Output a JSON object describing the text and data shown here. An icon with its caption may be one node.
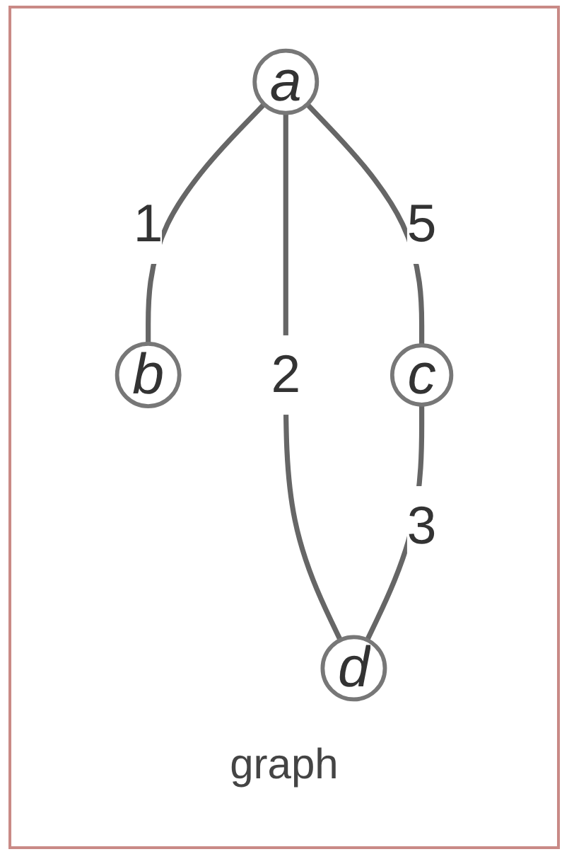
{
  "diagram": {
    "caption": "graph",
    "nodes": [
      {
        "text": [
          "a"
        ]
      },
      {
        "text": [
          "b"
        ]
      },
      {
        "text": [
          "c"
        ]
      },
      {
        "text": [
          "d"
        ]
      }
    ],
    "edges": [
      {
        "from": 0,
        "to": 1,
        "arrow": "none",
        "label": "1"
      },
      {
        "from": 0,
        "to": 2,
        "arrow": "none",
        "label": "5"
      },
      {
        "from": 0,
        "to": 3,
        "arrow": "none",
        "label": "2"
      },
      {
        "from": 2,
        "to": 3,
        "arrow": "none",
        "label": "3"
      }
    ]
  }
}
